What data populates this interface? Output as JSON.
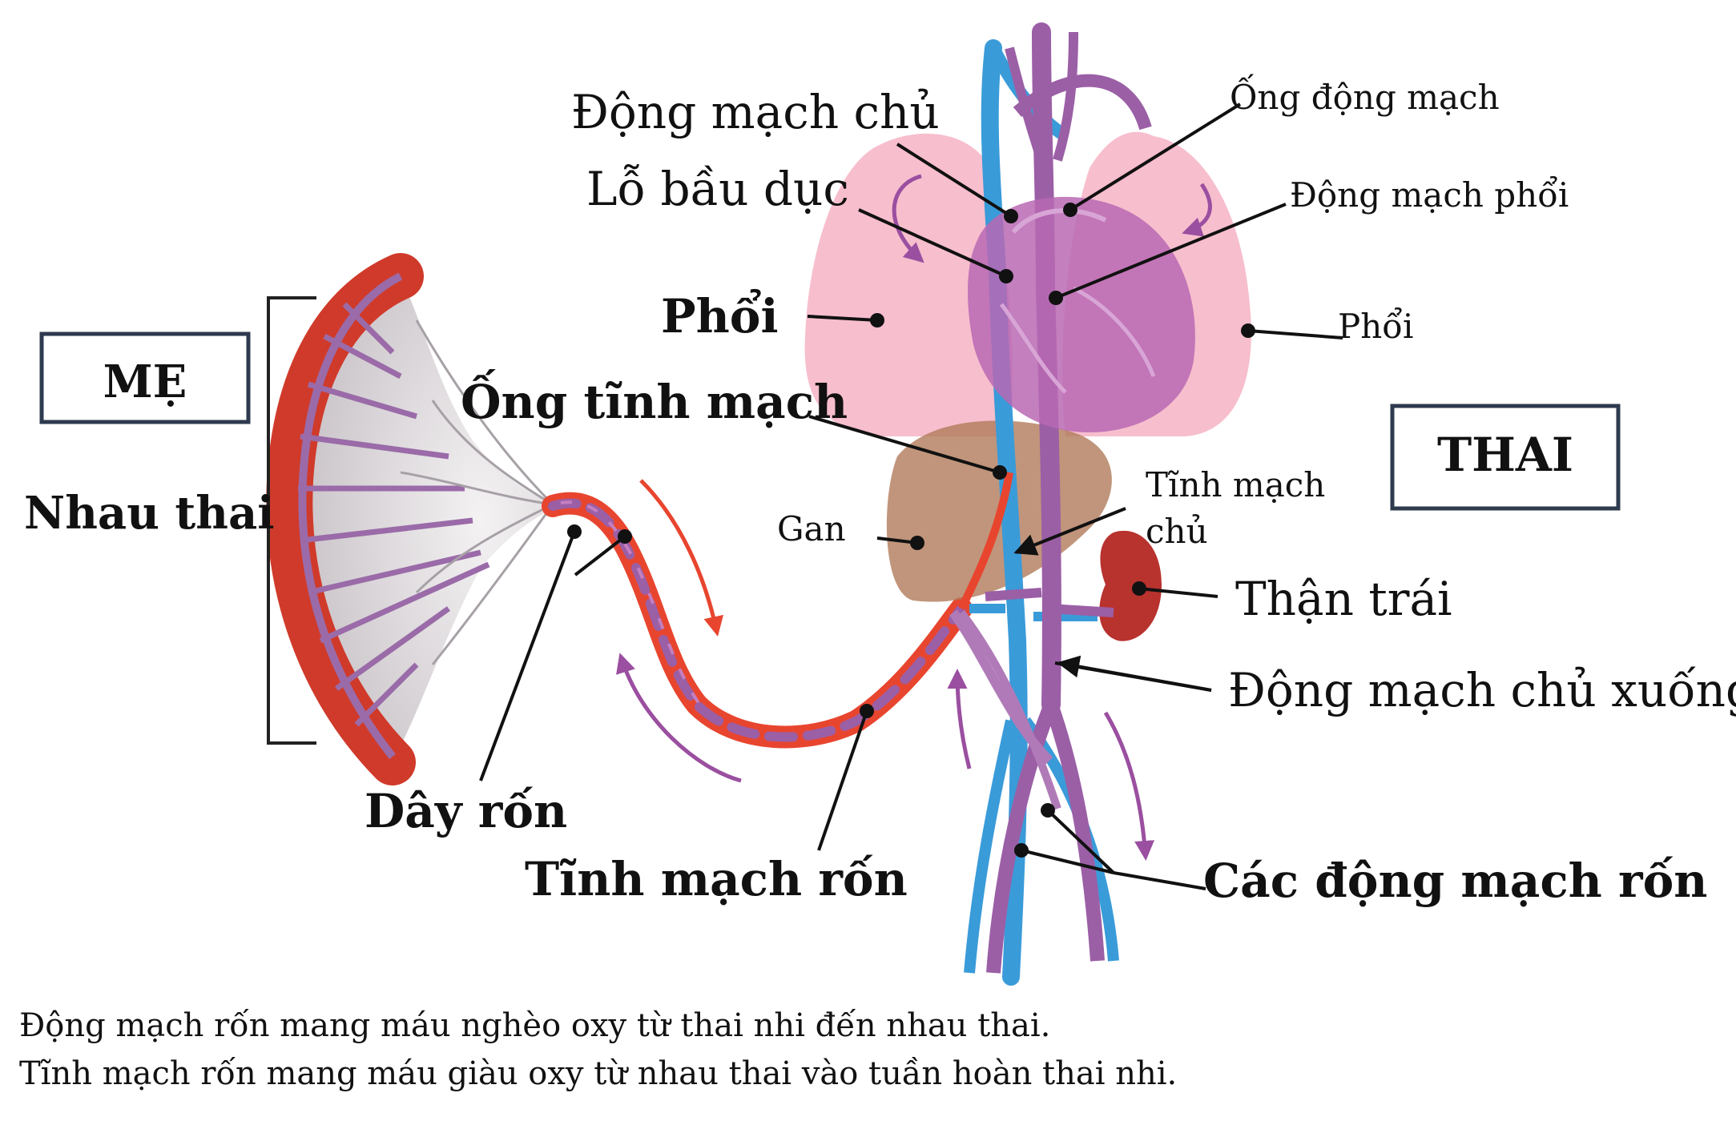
{
  "boxes": {
    "mother": "MẸ",
    "fetus": "THAI"
  },
  "labels": {
    "placenta": "Nhau thai",
    "aorta": "Động mạch chủ",
    "foramen_ovale": "Lỗ bầu dục",
    "ductus_arteriosus": "Ống động mạch",
    "pulmonary_artery": "Động mạch phổi",
    "lung_left": "Phổi",
    "lung_right": "Phổi",
    "ductus_venosus": "Ống tĩnh mạch",
    "liver": "Gan",
    "vena_cava_line1": "Tĩnh mạch",
    "vena_cava_line2": "chủ",
    "left_kidney": "Thận trái",
    "descending_aorta": "Động mạch chủ xuống",
    "umbilical_cord": "Dây rốn",
    "umbilical_vein": "Tĩnh mạch rốn",
    "umbilical_arteries": "Các động mạch rốn"
  },
  "caption": {
    "line1": "Động mạch rốn mang máu nghèo oxy từ thai nhi đến nhau thai.",
    "line2": "Tĩnh mạch rốn mang máu giàu oxy từ nhau thai vào tuần hoàn thai nhi."
  },
  "colors": {
    "artery_red": "#e8452f",
    "vein_blue": "#3a9bd9",
    "vessel_purple": "#9b5fa6",
    "lung_pink": "#f6b9c9",
    "liver_brown": "#b07a5a",
    "kidney_red": "#b8322e",
    "heart_purple": "#b968b3"
  }
}
